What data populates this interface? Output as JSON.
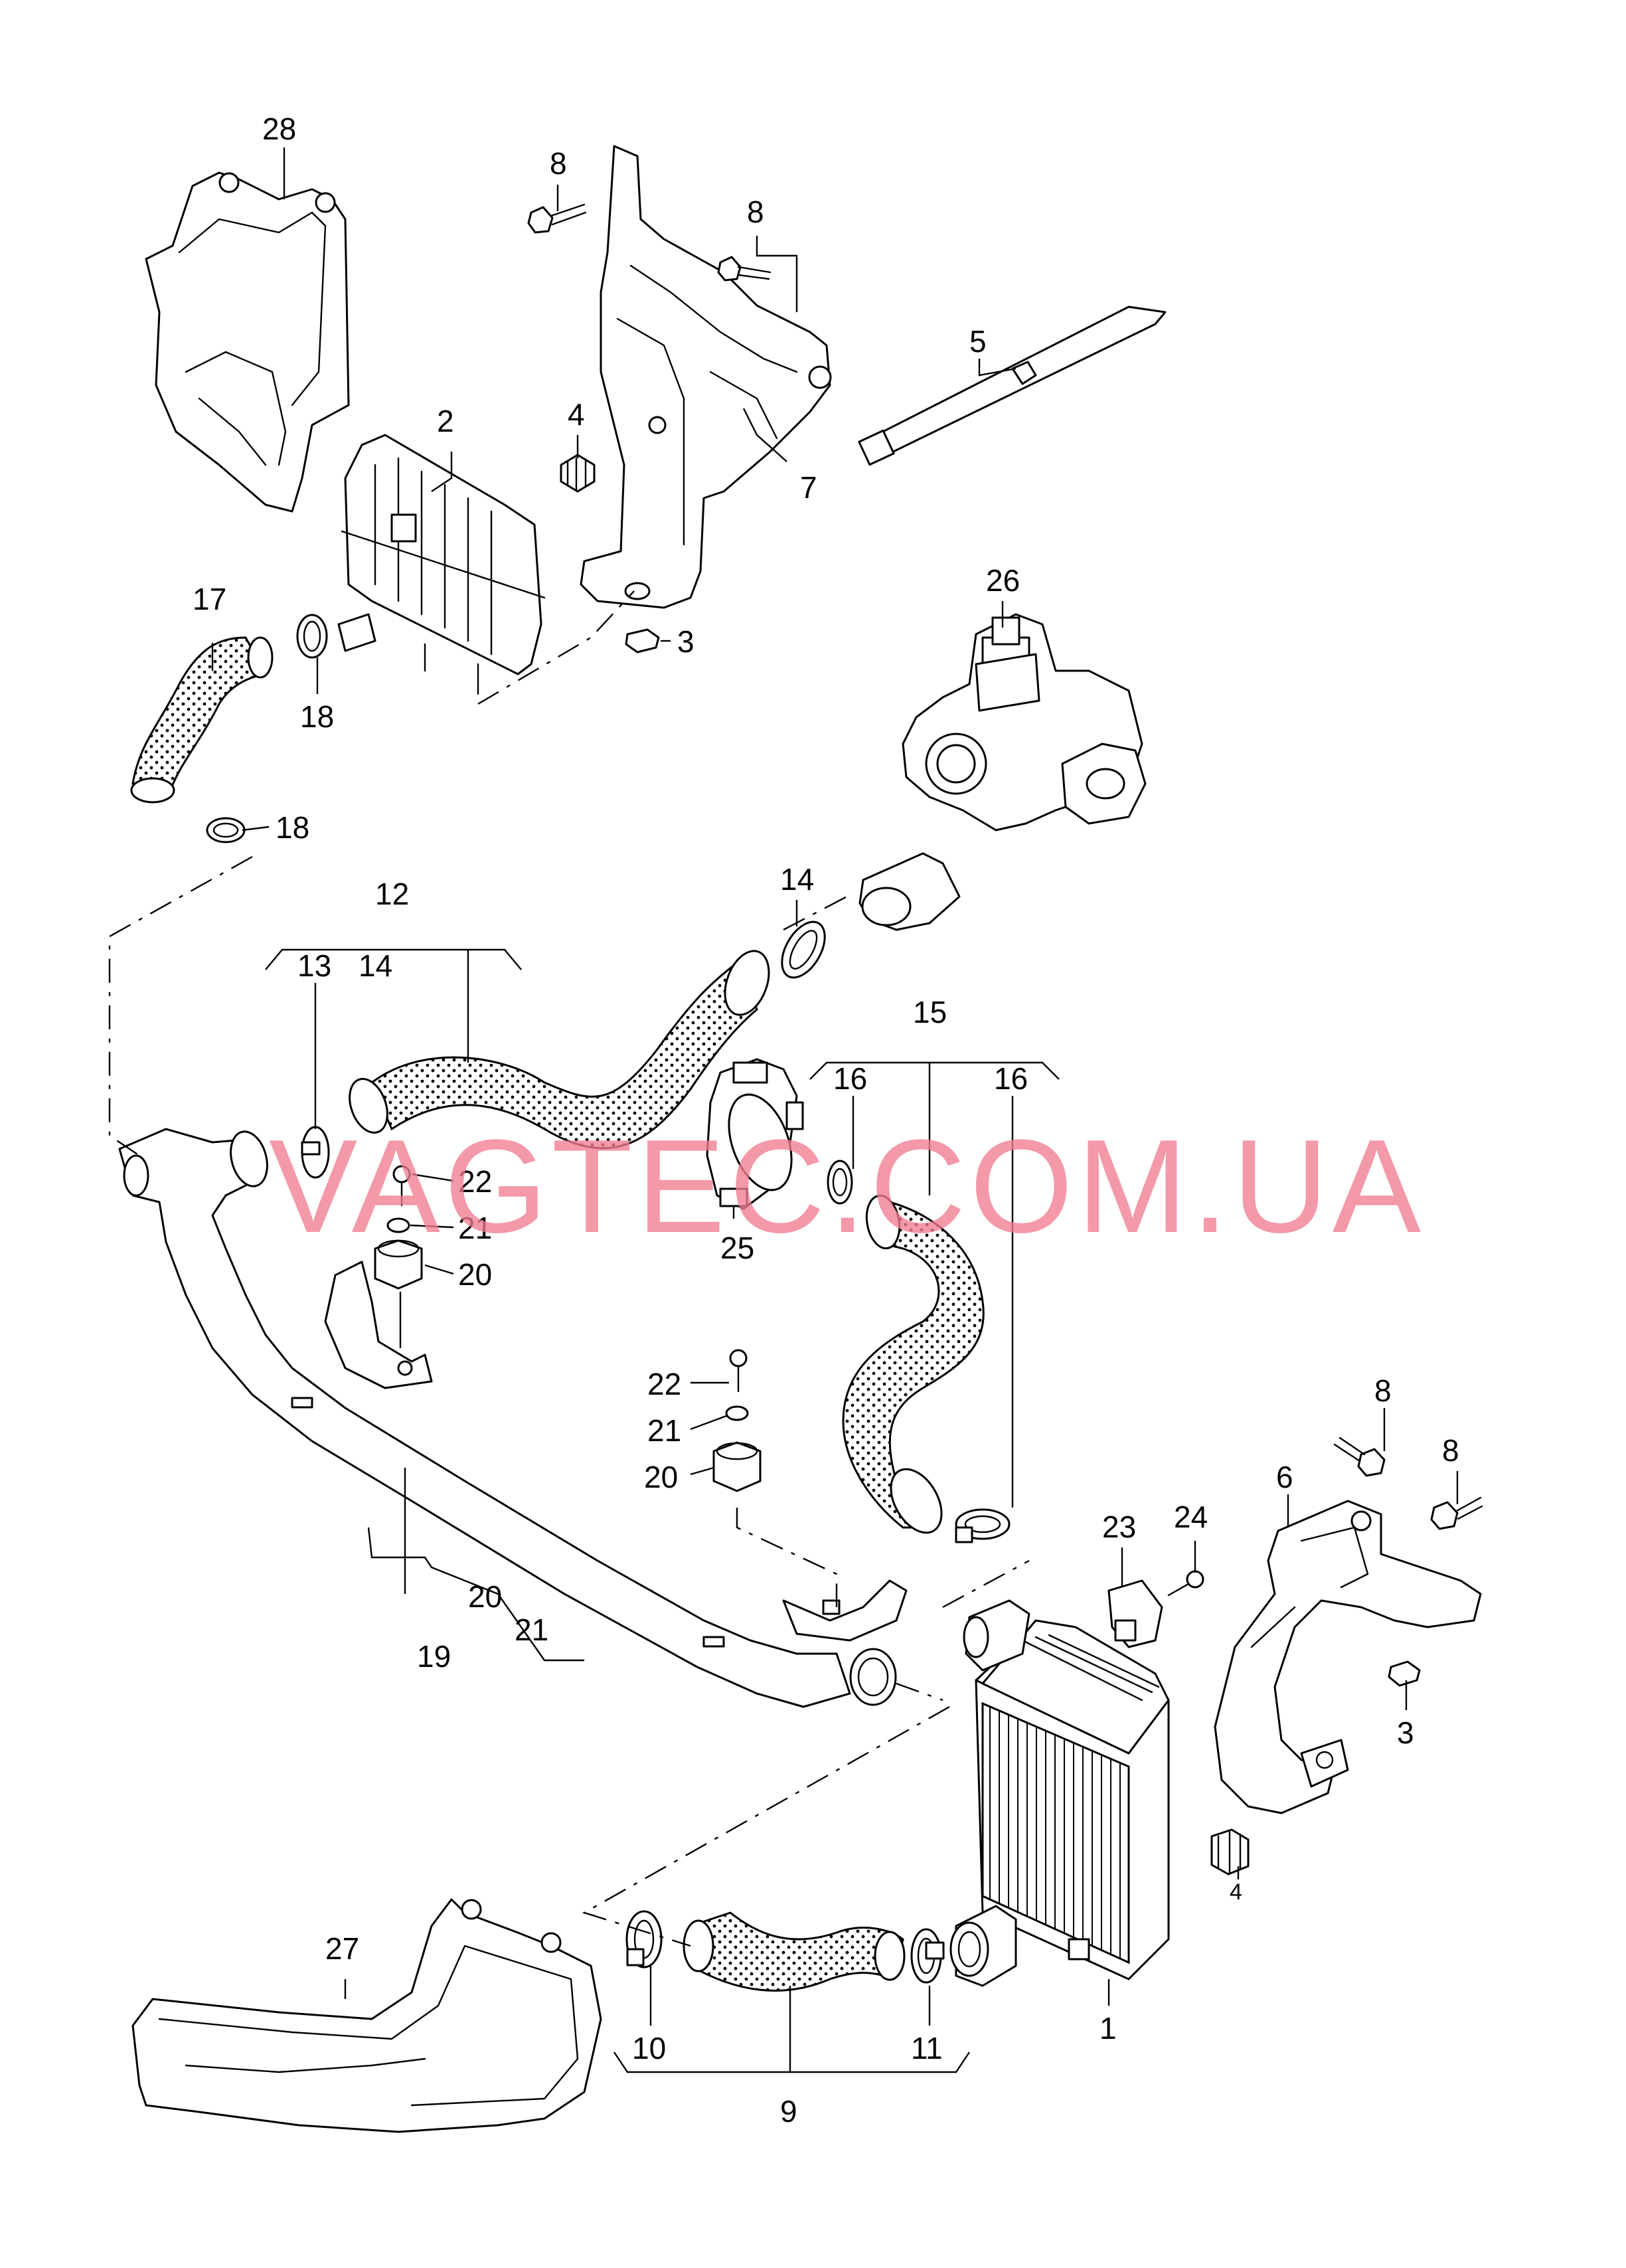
{
  "watermark": "VAGTEC.COM.UA",
  "colors": {
    "line": "#000000",
    "background": "#ffffff",
    "watermark": "#f07c8f"
  },
  "callouts": {
    "c1": "1",
    "c2": "2",
    "c3a": "3",
    "c3b": "3",
    "c4a": "4",
    "c4b": "4",
    "c5": "5",
    "c6": "6",
    "c7": "7",
    "c8a": "8",
    "c8b": "8",
    "c8c": "8",
    "c8d": "8",
    "c9": "9",
    "c10": "10",
    "c11": "11",
    "c12": "12",
    "c13": "13",
    "c14a": "14",
    "c14b": "14",
    "c15": "15",
    "c16a": "16",
    "c16b": "16",
    "c17": "17",
    "c18a": "18",
    "c18b": "18",
    "c19": "19",
    "c20a": "20",
    "c20b": "20",
    "c20c": "20",
    "c21a": "21",
    "c21b": "21",
    "c21c": "21",
    "c22a": "22",
    "c22b": "22",
    "c23": "23",
    "c24": "24",
    "c25": "25",
    "c26": "26",
    "c27": "27",
    "c28": "28"
  }
}
